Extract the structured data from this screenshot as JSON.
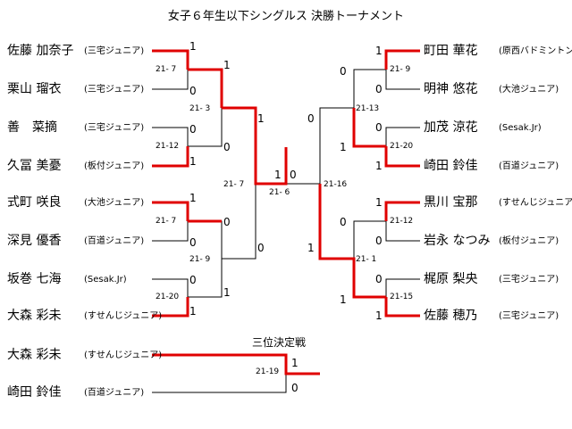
{
  "title": "女子６年生以下シングルス 決勝トーナメント",
  "players_left": [
    {
      "name": "佐藤 加奈子",
      "club": "(三宅ジュニア)"
    },
    {
      "name": "栗山 瑠衣",
      "club": "(三宅ジュニア)"
    },
    {
      "name": "善　菜摘",
      "club": "(三宅ジュニア)"
    },
    {
      "name": "久冨 美憂",
      "club": "(板付ジュニア)"
    },
    {
      "name": "式町 咲良",
      "club": "(大池ジュニア)"
    },
    {
      "name": "深見 優香",
      "club": "(百道ジュニア)"
    },
    {
      "name": "坂巻 七海",
      "club": "(Sesak.Jr)"
    },
    {
      "name": "大森 彩未",
      "club": "(すせんじジュニア)"
    }
  ],
  "players_right": [
    {
      "name": "町田 華花",
      "club": "(原西バドミントン)"
    },
    {
      "name": "明神 悠花",
      "club": "(大池ジュニア)"
    },
    {
      "name": "加茂 涼花",
      "club": "(Sesak.Jr)"
    },
    {
      "name": "崎田 鈴佳",
      "club": "(百道ジュニア)"
    },
    {
      "name": "黒川 宝那",
      "club": "(すせんじジュニア)"
    },
    {
      "name": "岩永 なつみ",
      "club": "(板付ジュニア)"
    },
    {
      "name": "梶原 梨央",
      "club": "(三宅ジュニア)"
    },
    {
      "name": "佐藤 穂乃",
      "club": "(三宅ジュニア)"
    }
  ],
  "third_place": {
    "title": "三位決定戦",
    "players": [
      {
        "name": "大森 彩未",
        "club": "(すせんじジュニア)"
      },
      {
        "name": "崎田 鈴佳",
        "club": "(百道ジュニア)"
      }
    ],
    "score": "21-19",
    "results": [
      "1",
      "0"
    ]
  },
  "scores": {
    "l_r1_1": "21- 7",
    "l_r1_2": "21-12",
    "l_r1_3": "21- 7",
    "l_r1_4": "21-20",
    "l_r2_1": "21- 3",
    "l_r2_2": "21- 9",
    "l_sf": "21- 7",
    "final": "21- 6",
    "r_sf": "21-16",
    "r_r2_1": "21-13",
    "r_r2_2": "21- 1",
    "r_r1_1": "21- 9",
    "r_r1_2": "21-20",
    "r_r1_3": "21-12",
    "r_r1_4": "21-15"
  },
  "results": {
    "l_r1": [
      "1",
      "0",
      "0",
      "1",
      "1",
      "0",
      "0",
      "1"
    ],
    "l_r2": [
      "1",
      "0",
      "0",
      "1"
    ],
    "l_sf": [
      "1",
      "0"
    ],
    "final": [
      "1",
      "0"
    ],
    "r_sf": [
      "0",
      "1"
    ],
    "r_r2": [
      "0",
      "1",
      "0",
      "1"
    ],
    "r_r1": [
      "1",
      "0",
      "0",
      "1",
      "1",
      "0",
      "0",
      "1"
    ]
  },
  "colors": {
    "winner_line": "#e00000",
    "line": "#000000"
  }
}
